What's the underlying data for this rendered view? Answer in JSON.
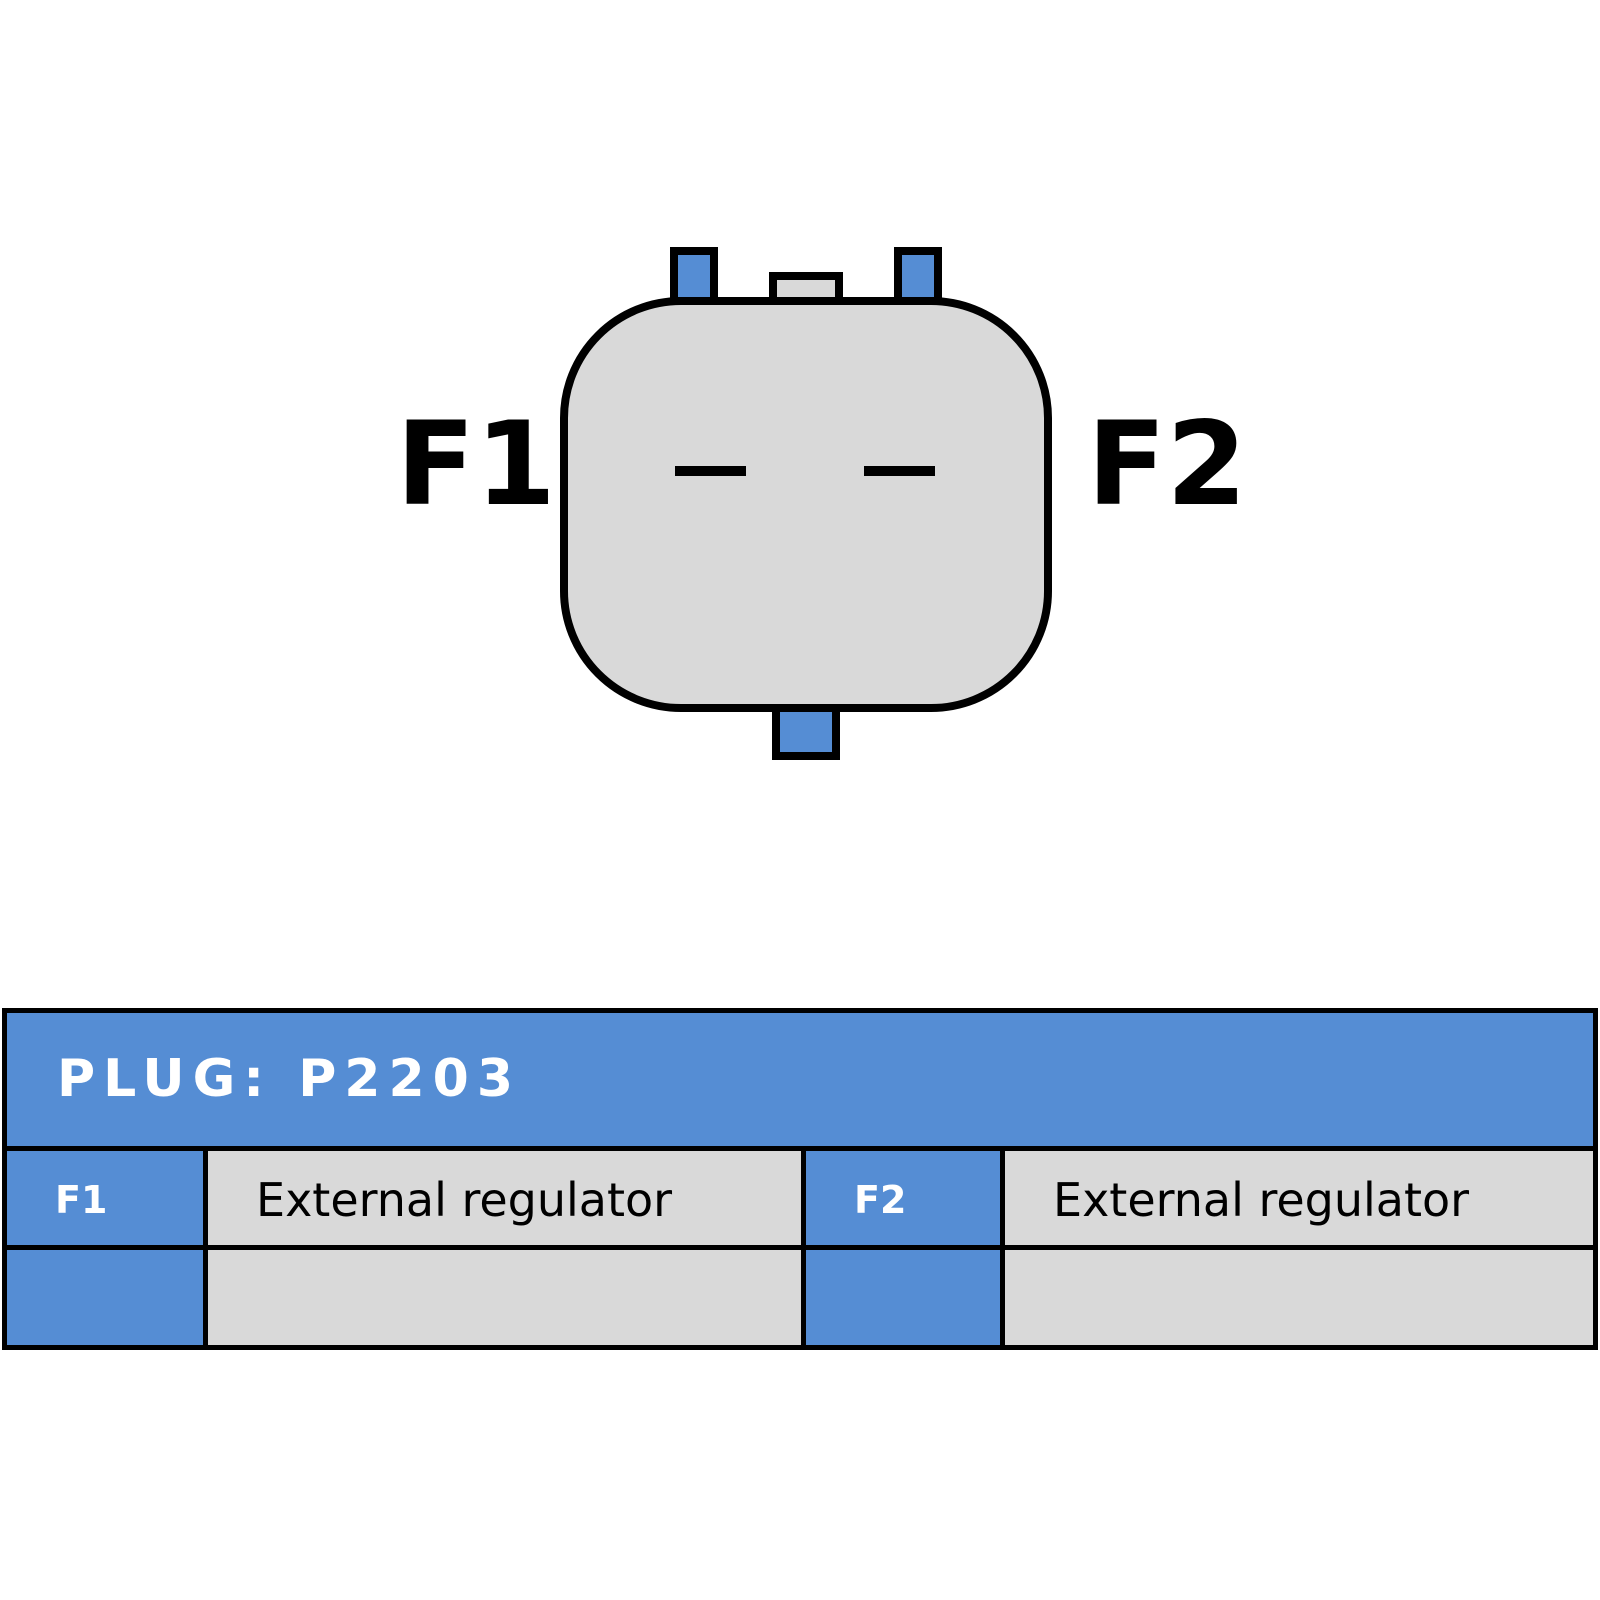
{
  "diagram": {
    "left_label": "F1",
    "right_label": "F2",
    "colors": {
      "pin": "#558dd4",
      "body": "#d9d9d9",
      "outline": "#000000"
    }
  },
  "plug": {
    "title": "PLUG: P2203",
    "rows": [
      {
        "pin1": "F1",
        "desc1": "External regulator",
        "pin2": "F2",
        "desc2": "External regulator"
      },
      {
        "pin1": "",
        "desc1": "",
        "pin2": "",
        "desc2": ""
      }
    ]
  }
}
